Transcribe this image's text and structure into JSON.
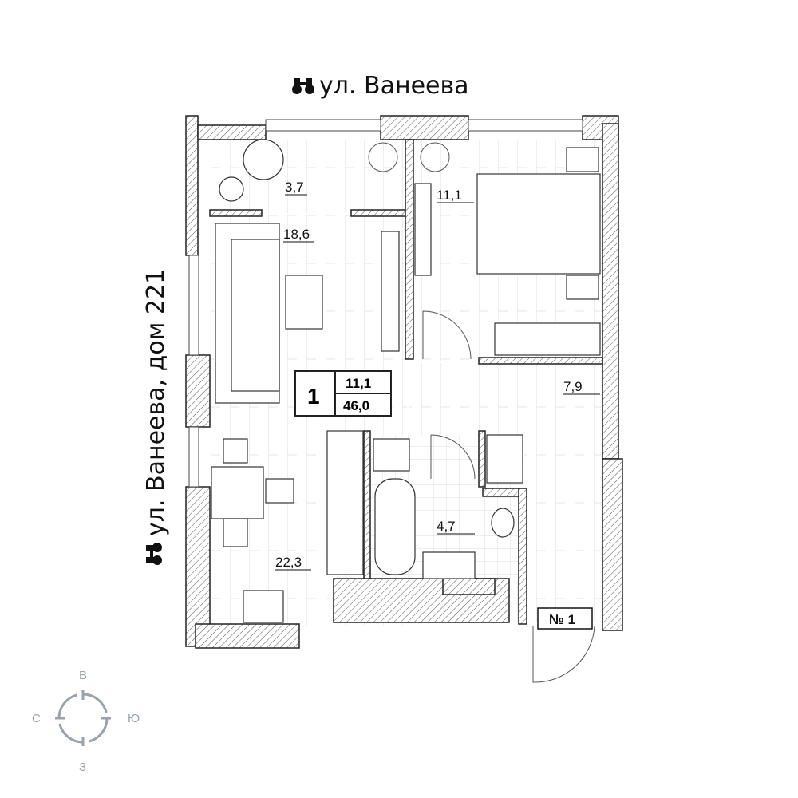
{
  "streets": {
    "top": "ул. Ванеева",
    "left": "ул. Ванеева, дом 221"
  },
  "rooms": {
    "balcony_area": "3,7",
    "living_area": "18,6",
    "bedroom_area": "11,1",
    "hall_area": "7,9",
    "bathroom_area": "4,7",
    "kitchen_area": "22,3"
  },
  "summary": {
    "rooms_count": "1",
    "living_area": "11,1",
    "total_area": "46,0"
  },
  "entrance_label": "№ 1",
  "compass": {
    "north": "В",
    "west": "С",
    "east": "Ю",
    "south": "З"
  },
  "colors": {
    "compass": "#9aa3ad",
    "lines": "#222222"
  }
}
